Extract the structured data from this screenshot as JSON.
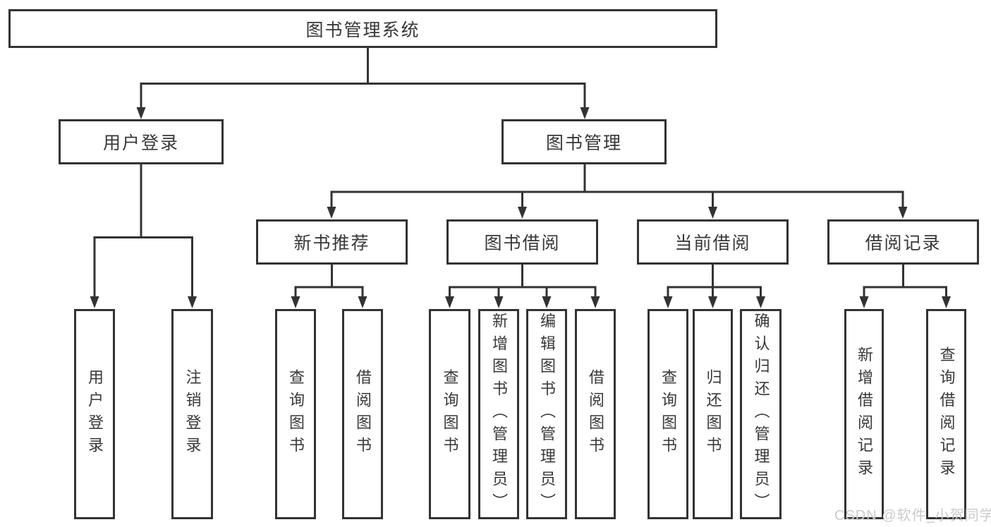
{
  "nodes": {
    "root": {
      "label": "图书管理系统"
    },
    "user_login": {
      "label": "用户登录"
    },
    "book_mgmt": {
      "label": "图书管理"
    },
    "new_book_rec": {
      "label": "新书推荐"
    },
    "book_borrow": {
      "label": "图书借阅"
    },
    "current_borrow": {
      "label": "当前借阅"
    },
    "borrow_records": {
      "label": "借阅记录"
    },
    "leaf_user_login": {
      "label": "用户登录"
    },
    "leaf_logout": {
      "label": "注销登录"
    },
    "leaf_query_book_1": {
      "label": "查询图书"
    },
    "leaf_borrow_book_1": {
      "label": "借阅图书"
    },
    "leaf_query_book_2": {
      "label": "查询图书"
    },
    "leaf_add_book": {
      "label": "新增图书（管理员）"
    },
    "leaf_edit_book": {
      "label": "编辑图书（管理员）"
    },
    "leaf_borrow_book_2": {
      "label": "借阅图书"
    },
    "leaf_query_book_3": {
      "label": "查询图书"
    },
    "leaf_return_book": {
      "label": "归还图书"
    },
    "leaf_confirm_return": {
      "label": "确认归还（管理员）"
    },
    "leaf_add_record": {
      "label": "新增借阅记录"
    },
    "leaf_query_record": {
      "label": "查询借阅记录"
    }
  },
  "watermark": {
    "text": "CSDN @软件_小贺同学"
  },
  "colors": {
    "line": "#333333",
    "text": "#383838",
    "background": "#ffffff",
    "watermark_text": "#cbcbcb"
  }
}
